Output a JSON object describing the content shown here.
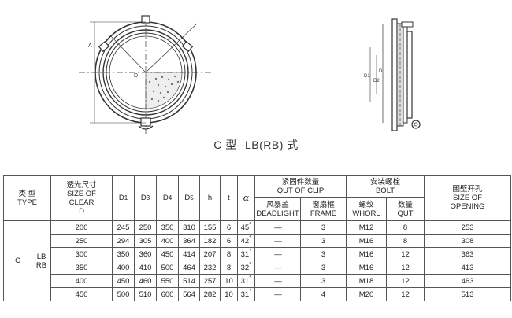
{
  "caption": "C 型--LB(RB) 式",
  "drawing_labels": {
    "front_label_a": "A",
    "front_label_d": "D",
    "side_label_d1": "D1",
    "side_label_d2": "D2",
    "side_label_d": "D"
  },
  "table": {
    "headers": {
      "type_cn": "类 型",
      "type_en": "TYPE",
      "clear_cn": "透光尺寸",
      "clear_en1": "SIZE OF",
      "clear_en2": "CLEAR",
      "clear_en3": "D",
      "d1": "D",
      "d1_sub": "1",
      "d3": "D",
      "d3_sub": "3",
      "d4": "D",
      "d4_sub": "4",
      "d5": "D",
      "d5_sub": "5",
      "h": "h",
      "t": "t",
      "alpha": "α",
      "clip_cn": "紧固件数量",
      "clip_en": "QUT OF CLIP",
      "deadlight_cn": "风暴盖",
      "deadlight_en": "DEADLIGHT",
      "frame_cn": "窗扇框",
      "frame_en": "FRAME",
      "bolt_cn": "安装螺栓",
      "bolt_en": "BOLT",
      "whorl_cn": "螺纹",
      "whorl_en": "WHORL",
      "qut_cn": "数量",
      "qut_en": "QUT",
      "opening_cn": "围壁开孔",
      "opening_en1": "SIZE OF",
      "opening_en2": "OPENING"
    },
    "type_value": "C",
    "subtype_line1": "LB",
    "subtype_line2": "RB",
    "rows": [
      {
        "clear": "200",
        "d1": "245",
        "d3": "250",
        "d4": "350",
        "d5": "310",
        "h": "155",
        "t": "6",
        "alpha": "45",
        "deadlight": "—",
        "frame": "3",
        "whorl": "M12",
        "qut": "8",
        "opening": "253"
      },
      {
        "clear": "250",
        "d1": "294",
        "d3": "305",
        "d4": "400",
        "d5": "364",
        "h": "182",
        "t": "6",
        "alpha": "42",
        "deadlight": "—",
        "frame": "3",
        "whorl": "M16",
        "qut": "8",
        "opening": "308"
      },
      {
        "clear": "300",
        "d1": "350",
        "d3": "360",
        "d4": "450",
        "d5": "414",
        "h": "207",
        "t": "8",
        "alpha": "31",
        "deadlight": "—",
        "frame": "3",
        "whorl": "M16",
        "qut": "12",
        "opening": "363"
      },
      {
        "clear": "350",
        "d1": "400",
        "d3": "410",
        "d4": "500",
        "d5": "464",
        "h": "232",
        "t": "8",
        "alpha": "32",
        "deadlight": "—",
        "frame": "3",
        "whorl": "M16",
        "qut": "12",
        "opening": "413"
      },
      {
        "clear": "400",
        "d1": "450",
        "d3": "460",
        "d4": "550",
        "d5": "514",
        "h": "257",
        "t": "10",
        "alpha": "31",
        "deadlight": "—",
        "frame": "3",
        "whorl": "M18",
        "qut": "12",
        "opening": "463"
      },
      {
        "clear": "450",
        "d1": "500",
        "d3": "510",
        "d4": "600",
        "d5": "564",
        "h": "282",
        "t": "10",
        "alpha": "31",
        "deadlight": "—",
        "frame": "4",
        "whorl": "M20",
        "qut": "12",
        "opening": "513"
      }
    ]
  }
}
